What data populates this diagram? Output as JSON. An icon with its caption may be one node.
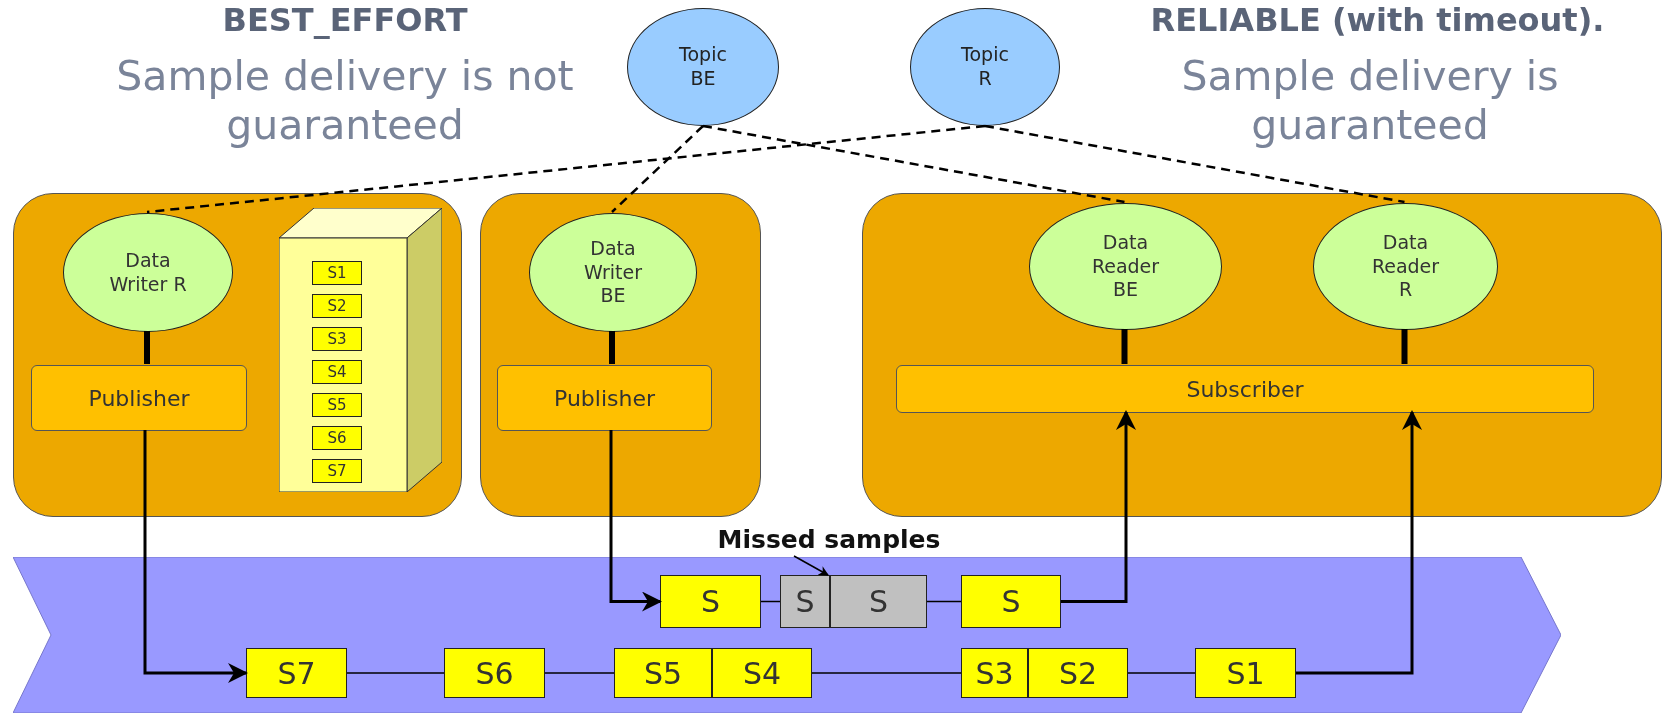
{
  "diagram": {
    "nodes": [
      {
        "text": [
          "Topic BE"
        ]
      },
      {
        "text": [
          "Topic R"
        ]
      },
      {
        "text": [],
        "shape": "box"
      },
      {
        "text": [
          "Data Writer R"
        ],
        "in": 2
      },
      {
        "text": [],
        "shape": "box",
        "in": 2
      },
      {
        "text": [
          "S1"
        ],
        "in": 4
      },
      {
        "text": [
          "S2"
        ],
        "in": 4
      },
      {
        "text": [
          "S3"
        ],
        "in": 4
      },
      {
        "text": [
          "S4"
        ],
        "in": 4
      },
      {
        "text": [
          "S5"
        ],
        "in": 4
      },
      {
        "text": [
          "S6"
        ],
        "in": 4
      },
      {
        "text": [
          "S7"
        ],
        "in": 4
      },
      {
        "text": [
          "Publisher"
        ],
        "in": 2
      },
      {
        "text": [],
        "shape": "box"
      },
      {
        "text": [
          "Data Writer BE"
        ],
        "in": 13
      },
      {
        "text": [
          "Publisher"
        ],
        "in": 13
      },
      {
        "text": [],
        "shape": "box"
      },
      {
        "text": [
          "Data Reader BE"
        ],
        "in": 16
      },
      {
        "text": [
          "Data Reader R"
        ],
        "in": 16
      },
      {
        "text": [
          "Subscriber"
        ],
        "in": 16
      },
      {
        "text": [
          "Missed samples"
        ]
      },
      {
        "text": [],
        "shape": "bar"
      },
      {
        "text": [
          "S"
        ],
        "in": 21
      },
      {
        "text": [
          "S"
        ],
        "in": 21
      },
      {
        "text": [
          "S"
        ],
        "in": 21
      },
      {
        "text": [
          "S"
        ],
        "in": 21
      },
      {
        "text": [
          "S7"
        ],
        "in": 21
      },
      {
        "text": [
          "S6"
        ],
        "in": 21
      },
      {
        "text": [
          "S5"
        ],
        "in": 21
      },
      {
        "text": [
          "S4"
        ],
        "in": 21
      },
      {
        "text": [
          "S3"
        ],
        "in": 21
      },
      {
        "text": [
          "S2"
        ],
        "in": 21
      },
      {
        "text": [
          "S1"
        ],
        "in": 21
      }
    ],
    "edges": [
      {
        "from": 0,
        "to": 14,
        "arrow": "none",
        "style": "dashed"
      },
      {
        "from": 0,
        "to": 17,
        "arrow": "none",
        "style": "dashed"
      },
      {
        "from": 1,
        "to": 3,
        "arrow": "none",
        "style": "dashed"
      },
      {
        "from": 1,
        "to": 18,
        "arrow": "none",
        "style": "dashed"
      },
      {
        "from": 3,
        "to": 12,
        "arrow": "none",
        "style": "thick"
      },
      {
        "from": 14,
        "to": 15,
        "arrow": "none",
        "style": "thick"
      },
      {
        "from": 17,
        "to": 19,
        "arrow": "none",
        "style": "thick"
      },
      {
        "from": 18,
        "to": 19,
        "arrow": "none",
        "style": "thick"
      },
      {
        "from": 12,
        "to": 26,
        "arrow": "to"
      },
      {
        "from": 26,
        "to": 27,
        "arrow": "none"
      },
      {
        "from": 27,
        "to": 28,
        "arrow": "none"
      },
      {
        "from": 29,
        "to": 30,
        "arrow": "none"
      },
      {
        "from": 31,
        "to": 32,
        "arrow": "none"
      },
      {
        "from": 32,
        "to": 19,
        "arrow": "to"
      },
      {
        "from": 15,
        "to": 22,
        "arrow": "to"
      },
      {
        "from": 22,
        "to": 23,
        "arrow": "none"
      },
      {
        "from": 24,
        "to": 25,
        "arrow": "none"
      },
      {
        "from": 25,
        "to": 19,
        "arrow": "to"
      },
      {
        "from": 20,
        "to": 23,
        "arrow": "to"
      }
    ],
    "labels": [
      "BEST_EFFORT",
      "Sample delivery is not guaranteed",
      "RELIABLE (with timeout).",
      "Sample delivery is guaranteed"
    ]
  }
}
